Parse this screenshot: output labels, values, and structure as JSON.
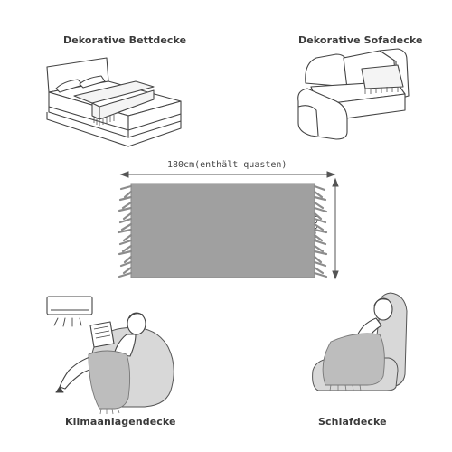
{
  "labels": {
    "bed": "Dekorative Bettdecke",
    "sofa": "Dekorative Sofadecke",
    "ac": "Klimaanlagendecke",
    "sleep": "Schlafdecke"
  },
  "dimensions": {
    "width": "180cm(enthält quasten)",
    "height": "130cm"
  },
  "colors": {
    "line": "#444444",
    "blanket": "#a0a0a0",
    "blanket_edge": "#8a8a8a",
    "fringe": "#8c8c8c",
    "chair": "#d8d8d8",
    "throw": "#bdbdbd"
  }
}
